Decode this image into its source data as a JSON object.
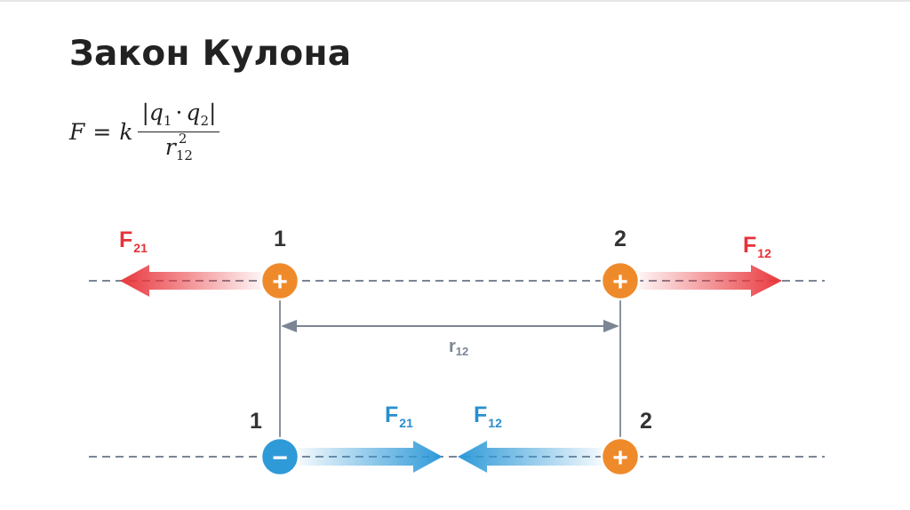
{
  "slide": {
    "title": "Закон Кулона"
  },
  "formula": {
    "lhs": "F",
    "eq": "=",
    "k": "k",
    "num_open": "|",
    "q1": "q",
    "q1_sub": "1",
    "dot": "·",
    "q2": "q",
    "q2_sub": "2",
    "num_close": "|",
    "den_r": "r",
    "den_sub": "12",
    "den_sup": "2"
  },
  "diagram": {
    "top_row": {
      "charge1": {
        "number": "1",
        "sign": "+"
      },
      "charge2": {
        "number": "2",
        "sign": "+"
      },
      "force_left": {
        "label": "F",
        "sub": "21"
      },
      "force_right": {
        "label": "F",
        "sub": "12"
      }
    },
    "distance": {
      "label": "r",
      "sub": "12"
    },
    "bottom_row": {
      "charge1": {
        "number": "1",
        "sign": "−"
      },
      "charge2": {
        "number": "2",
        "sign": "+"
      },
      "force_left": {
        "label": "F",
        "sub": "21"
      },
      "force_right": {
        "label": "F",
        "sub": "12"
      }
    }
  },
  "colors": {
    "repulsion_arrow": "#e8383d",
    "attraction_arrow": "#2f9ad8",
    "positive_charge": "#ef8a2b",
    "negative_charge": "#2f9ad8",
    "axis_line": "#7b8594",
    "number_text": "#333333",
    "red_label": "#e5323a",
    "blue_label": "#2a8fd0",
    "distance_text": "#7b8594"
  }
}
